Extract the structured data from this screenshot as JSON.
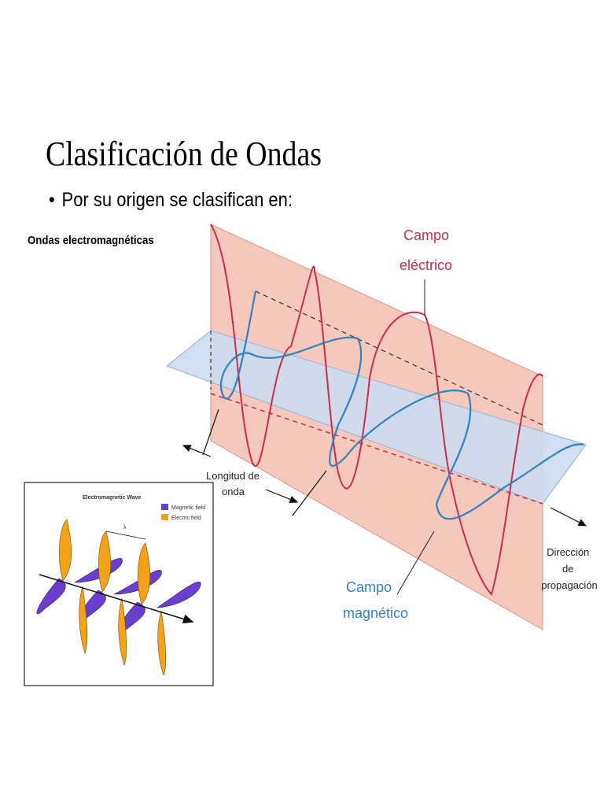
{
  "slide": {
    "title": "Clasificación de Ondas",
    "bullet": "Por su origen se clasifican en:",
    "subheading": "Ondas electromagnéticas"
  },
  "main_diagram": {
    "electric_field_label": [
      "Campo",
      "eléctrico"
    ],
    "magnetic_field_label": [
      "Campo",
      "magnético"
    ],
    "wavelength_label": [
      "Longitud de",
      "onda"
    ],
    "propagation_label": [
      "Dirección",
      "de",
      "propagación"
    ],
    "colors": {
      "electric_plane": "#f6c7bb",
      "magnetic_plane": "#c9dcf0",
      "electric_wave": "#c42e4b",
      "magnetic_wave": "#2f82bf"
    }
  },
  "inset_diagram": {
    "title": "Electromagnetic Wave",
    "legend": [
      {
        "label": "Magnetic field",
        "color": "#6a3fcf"
      },
      {
        "label": "Electric field",
        "color": "#f5a21b"
      }
    ],
    "wavelength_symbol": "λ"
  }
}
